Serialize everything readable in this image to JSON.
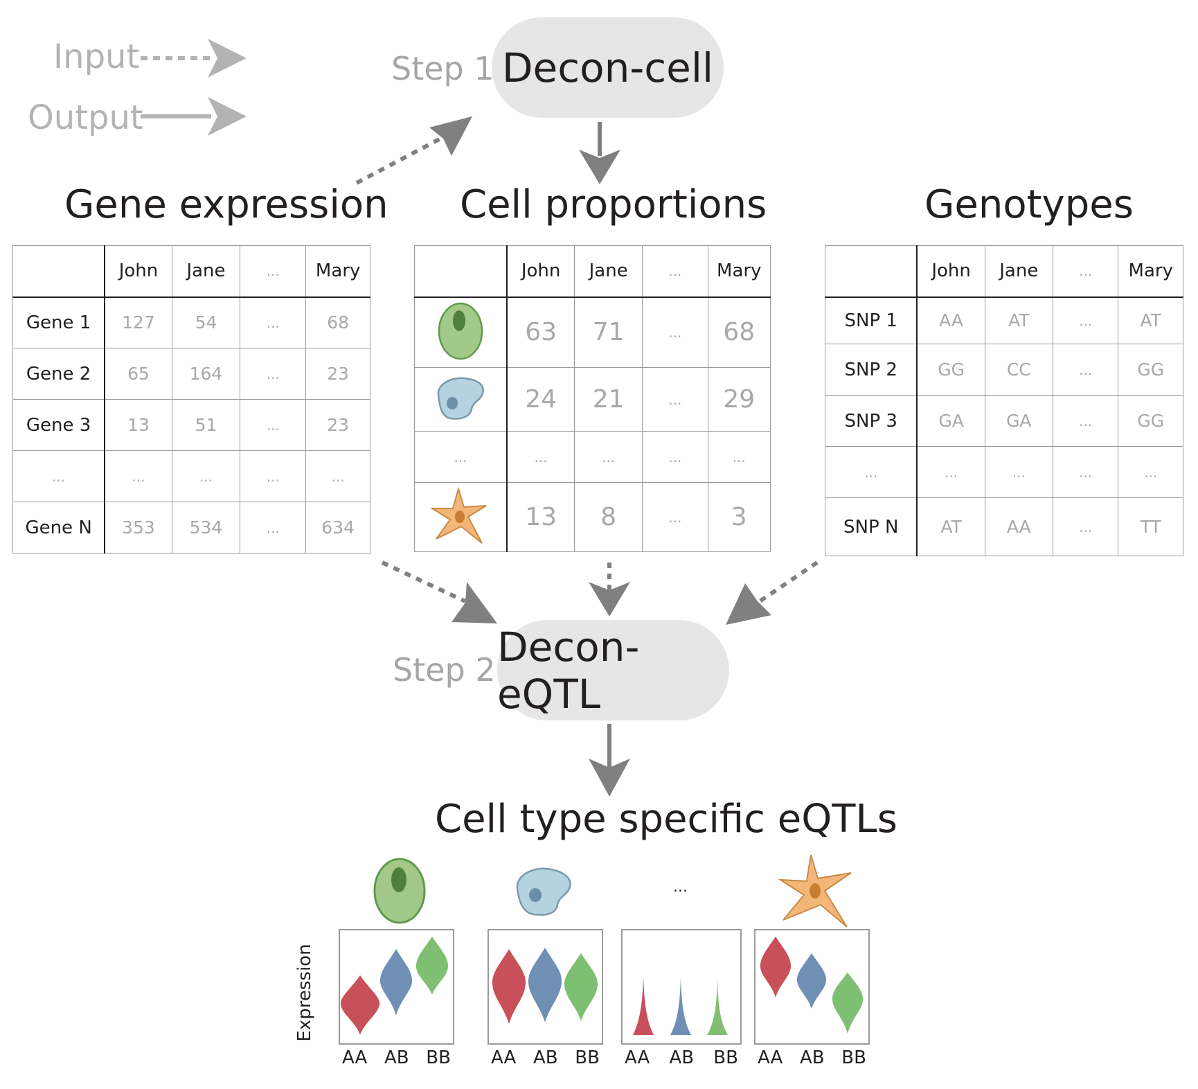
{
  "legend": {
    "input": "Input",
    "output": "Output"
  },
  "step1": {
    "label": "Step 1",
    "name": "Decon-cell"
  },
  "step2": {
    "label": "Step 2",
    "name": "Decon-eQTL"
  },
  "gene_expression": {
    "title": "Gene expression",
    "columns": [
      "John",
      "Jane",
      "...",
      "Mary"
    ],
    "rows": [
      {
        "label": "Gene 1",
        "values": [
          "127",
          "54",
          "...",
          "68"
        ]
      },
      {
        "label": "Gene 2",
        "values": [
          "65",
          "164",
          "...",
          "23"
        ]
      },
      {
        "label": "Gene 3",
        "values": [
          "13",
          "51",
          "...",
          "23"
        ]
      },
      {
        "label": "...",
        "values": [
          "...",
          "...",
          "...",
          "..."
        ]
      },
      {
        "label": "Gene N",
        "values": [
          "353",
          "534",
          "...",
          "634"
        ]
      }
    ]
  },
  "cell_proportions": {
    "title": "Cell proportions",
    "columns": [
      "John",
      "Jane",
      "...",
      "Mary"
    ],
    "rows": [
      {
        "icon": "green-cell-icon",
        "values": [
          "63",
          "71",
          "...",
          "68"
        ]
      },
      {
        "icon": "blue-cell-icon",
        "values": [
          "24",
          "21",
          "...",
          "29"
        ]
      },
      {
        "label": "...",
        "values": [
          "...",
          "...",
          "...",
          "..."
        ]
      },
      {
        "icon": "orange-star-cell-icon",
        "values": [
          "13",
          "8",
          "...",
          "3"
        ]
      }
    ]
  },
  "genotypes": {
    "title": "Genotypes",
    "columns": [
      "John",
      "Jane",
      "...",
      "Mary"
    ],
    "rows": [
      {
        "label": "SNP 1",
        "values": [
          "AA",
          "AT",
          "...",
          "AT"
        ]
      },
      {
        "label": "SNP 2",
        "values": [
          "GG",
          "CC",
          "...",
          "GG"
        ]
      },
      {
        "label": "SNP 3",
        "values": [
          "GA",
          "GA",
          "...",
          "GG"
        ]
      },
      {
        "label": "...",
        "values": [
          "...",
          "...",
          "...",
          "..."
        ]
      },
      {
        "label": "SNP N",
        "values": [
          "AT",
          "AA",
          "...",
          "TT"
        ]
      }
    ]
  },
  "result": {
    "title": "Cell type specific eQTLs",
    "ylabel": "Expression",
    "genotype_labels": [
      "AA",
      "AB",
      "BB"
    ],
    "middle_ellipsis": "...",
    "genotype_colors": {
      "AA": "#c8505a",
      "AB": "#6f8fb5",
      "BB": "#7fbf72"
    }
  },
  "colors": {
    "arrow": "#808080",
    "legend_arrow": "#b3b3b3",
    "pill": "#e6e6e6"
  }
}
